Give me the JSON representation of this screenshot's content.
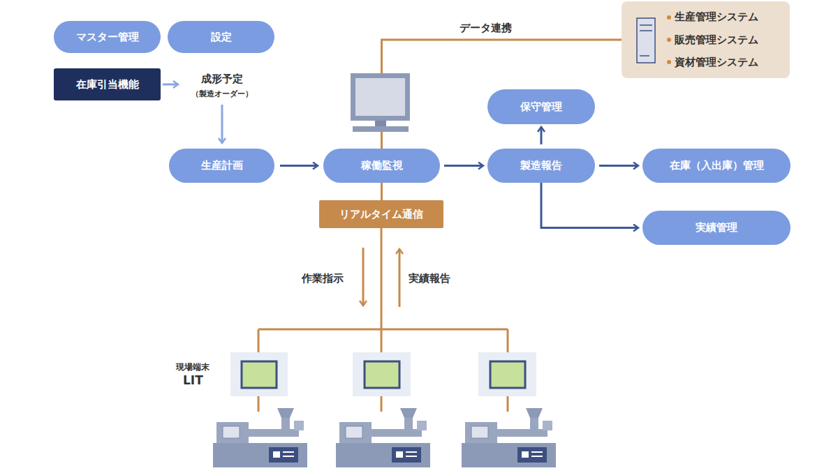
{
  "diagram": {
    "nodes": [
      {
        "text": [
          "マスター管理"
        ]
      },
      {
        "text": [
          "設定"
        ]
      },
      {
        "text": [
          "在庫引当機能"
        ]
      },
      {
        "text": [
          "成形予定",
          "（製造オーダー）"
        ]
      },
      {
        "text": [
          "生産管理システム",
          "販売管理システム",
          "資材管理システム"
        ]
      },
      {
        "text": [
          "保守管理"
        ]
      },
      {
        "text": [
          "生産計画"
        ]
      },
      {
        "text": [
          "稼働監視"
        ]
      },
      {
        "text": [
          "製造報告"
        ]
      },
      {
        "text": [
          "在庫（入出庫）管理"
        ]
      },
      {
        "text": [
          "リアルタイム通信"
        ]
      },
      {
        "text": [
          "実績管理"
        ]
      }
    ],
    "edges": [
      {
        "from": 2,
        "to": 3,
        "arrow": "to"
      },
      {
        "from": 3,
        "to": 6,
        "arrow": "to"
      },
      {
        "from": 6,
        "to": 7,
        "arrow": "to"
      },
      {
        "from": 7,
        "to": 8,
        "arrow": "to"
      },
      {
        "from": 8,
        "to": 5,
        "arrow": "to"
      },
      {
        "from": 8,
        "to": 9,
        "arrow": "to"
      },
      {
        "from": 8,
        "to": 11,
        "arrow": "to"
      },
      {
        "from": 7,
        "to": 4,
        "label": "データ連携",
        "arrow": "none"
      },
      {
        "from": 7,
        "to": 10,
        "arrow": "none"
      }
    ],
    "labels": [
      "作業指示",
      "実績報告",
      "現場端末",
      "LIT"
    ]
  }
}
